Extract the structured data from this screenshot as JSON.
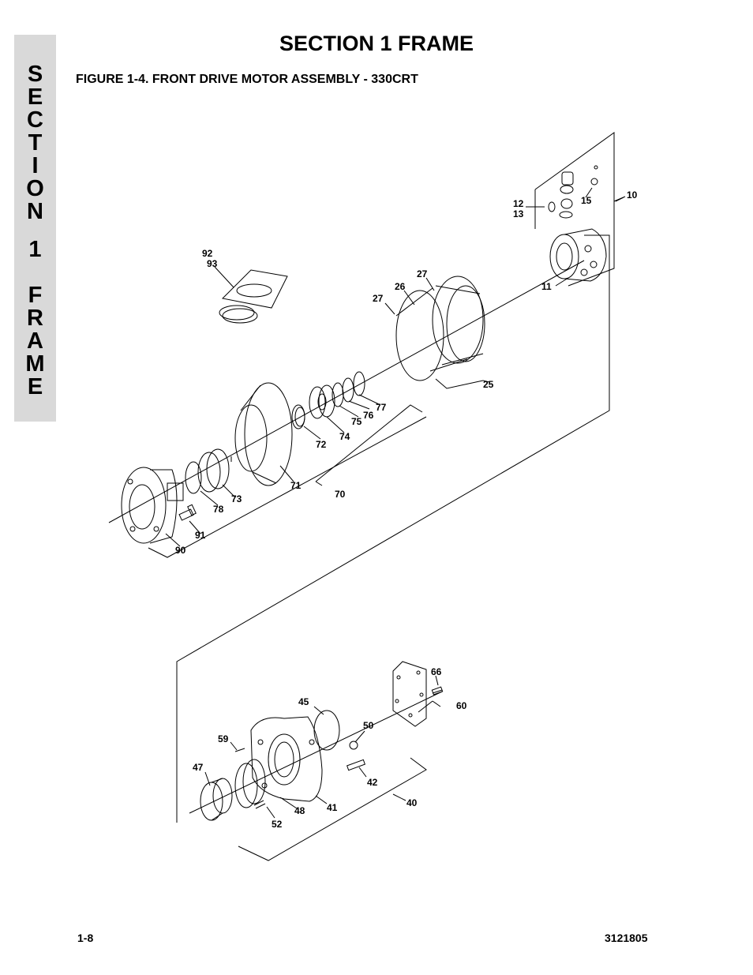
{
  "side_tab": [
    "S",
    "E",
    "C",
    "T",
    "I",
    "O",
    "N",
    "",
    "1",
    "",
    "F",
    "R",
    "A",
    "M",
    "E"
  ],
  "header": {
    "section_title": "SECTION 1  FRAME",
    "figure_title": "FIGURE 1-4.    FRONT DRIVE MOTOR ASSEMBLY - 330CRT"
  },
  "callouts": {
    "c10": "10",
    "c11": "11",
    "c12": "12",
    "c13": "13",
    "c15": "15",
    "c25": "25",
    "c26": "26",
    "c27a": "27",
    "c27b": "27",
    "c40": "40",
    "c41": "41",
    "c42": "42",
    "c45": "45",
    "c47": "47",
    "c48": "48",
    "c50": "50",
    "c52": "52",
    "c59": "59",
    "c60": "60",
    "c66": "66",
    "c70": "70",
    "c71": "71",
    "c72": "72",
    "c73": "73",
    "c74": "74",
    "c75": "75",
    "c76": "76",
    "c77": "77",
    "c78": "78",
    "c90": "90",
    "c91": "91",
    "c92": "92",
    "c93": "93"
  },
  "footer": {
    "page_number": "1-8",
    "doc_number": "3121805"
  }
}
